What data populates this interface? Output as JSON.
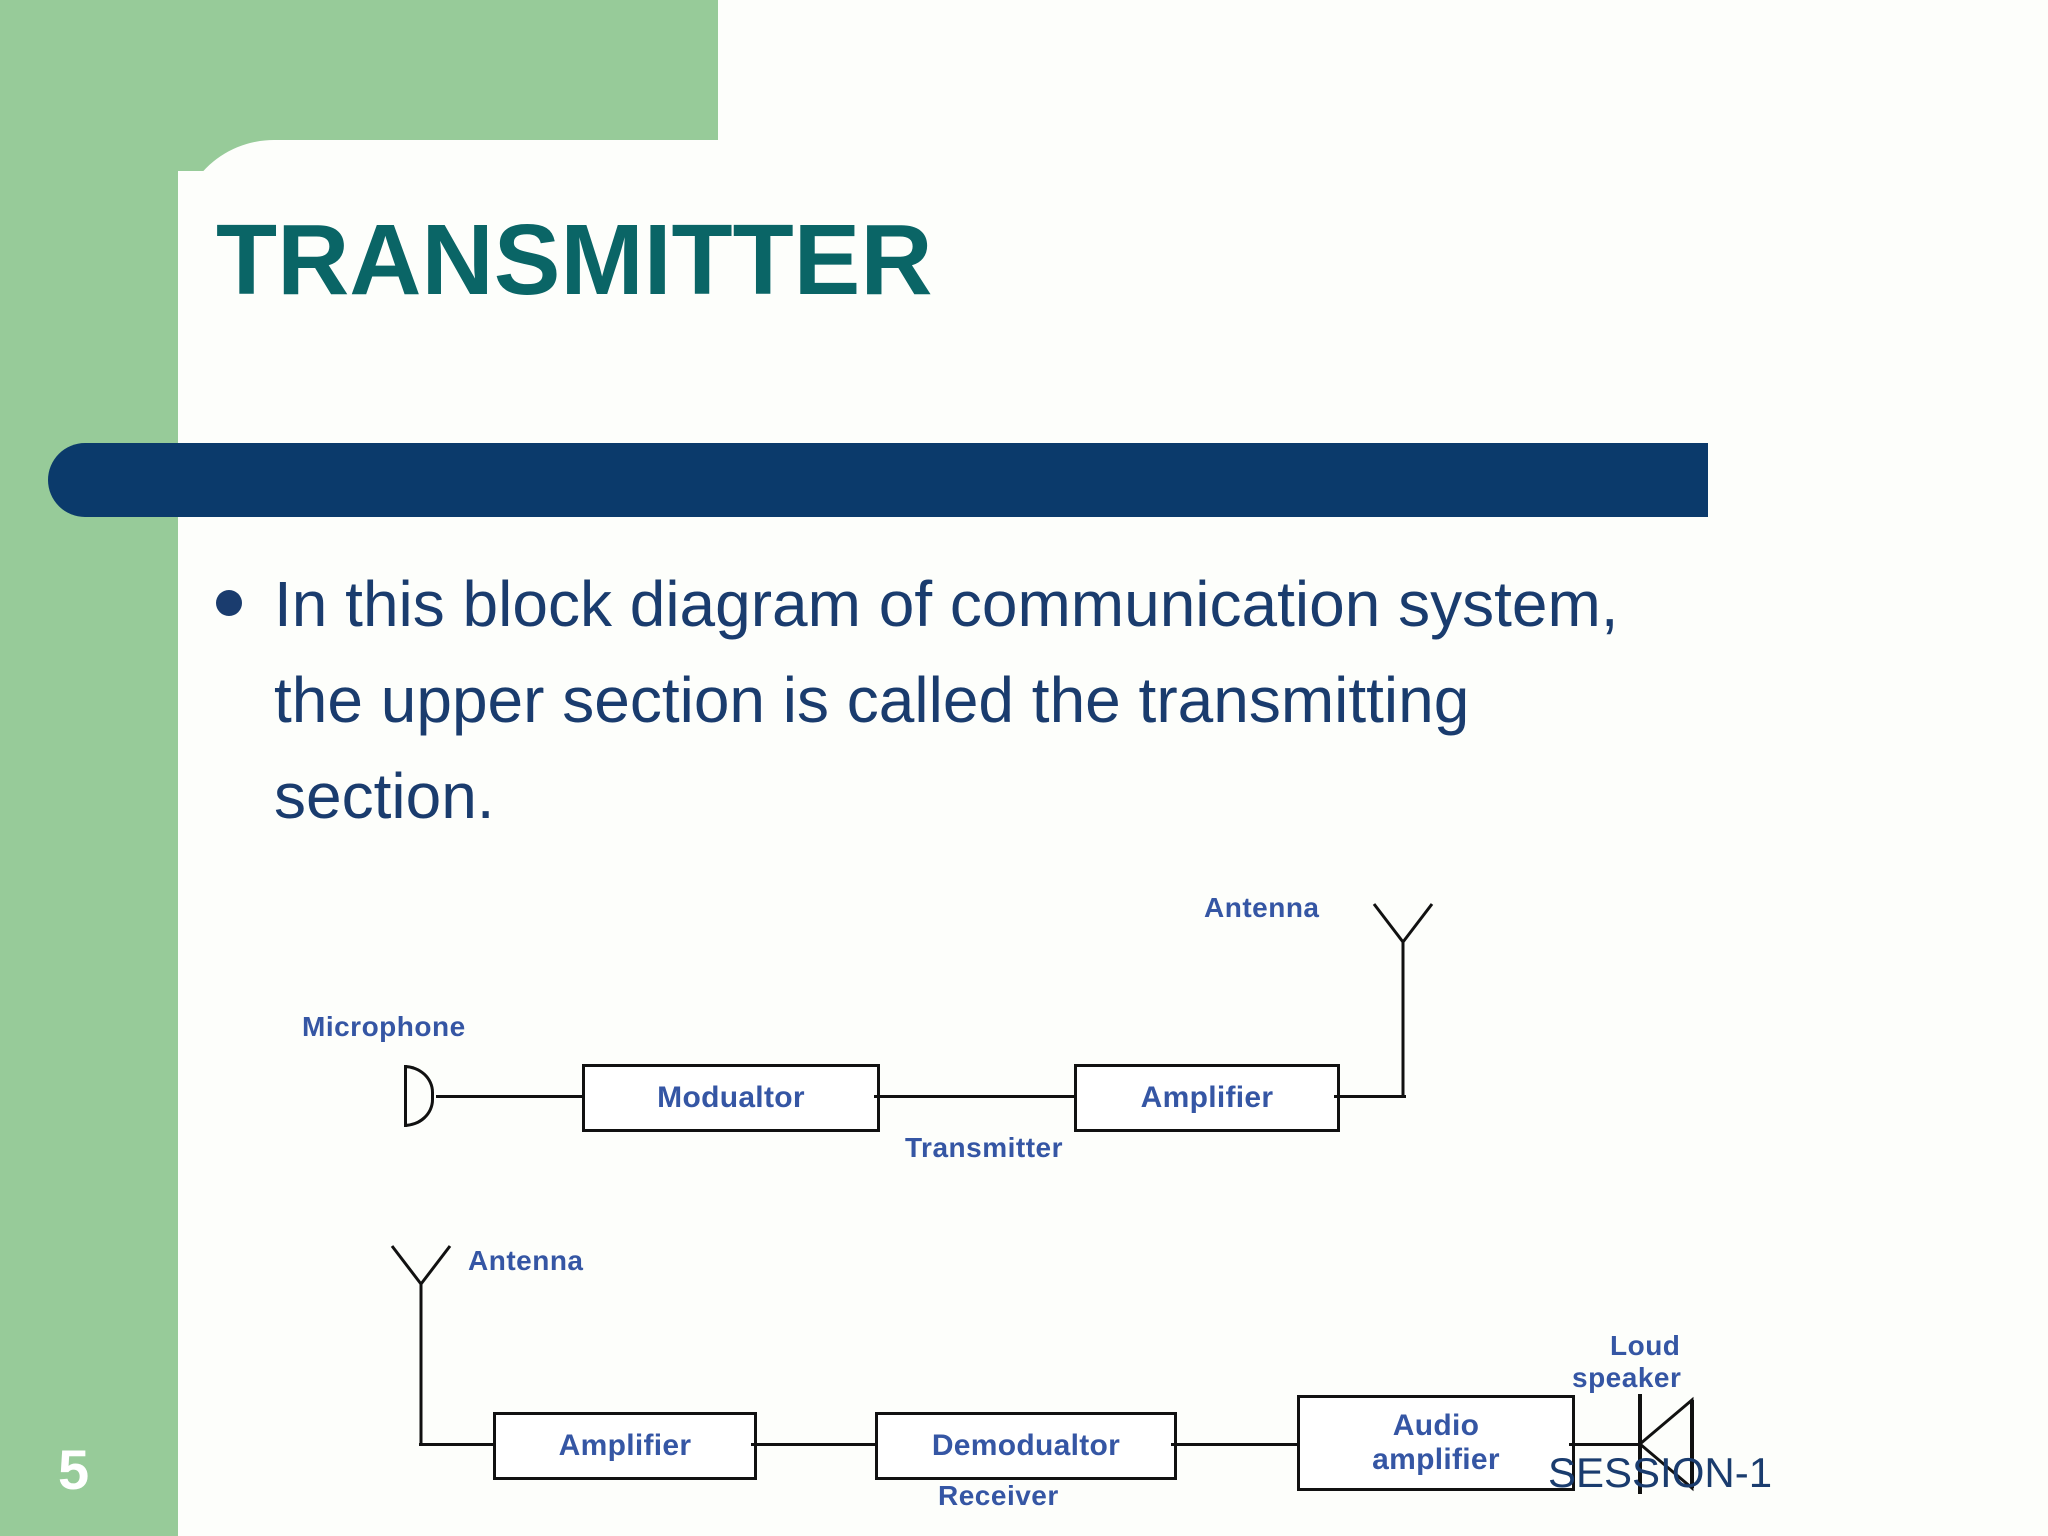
{
  "slide": {
    "title": "TRANSMITTER",
    "slide_number": "5",
    "session_tag": "SESSION-1",
    "colors": {
      "green_panel": "#97CB99",
      "title_teal": "#0A6566",
      "navy_bar": "#0B3A6B",
      "body_navy": "#1A3C6E",
      "diagram_label_blue": "#3556A4",
      "diagram_line": "#111111",
      "page_background": "#FDFEFB"
    }
  },
  "body": {
    "bullets": [
      "In this block diagram of communication system, the upper section is called the transmitting section."
    ]
  },
  "diagrams": {
    "transmitter": {
      "section_label": "Transmitter",
      "source_label": "Microphone",
      "antenna_label": "Antenna",
      "blocks": [
        {
          "label": "Modualtor"
        },
        {
          "label": "Amplifier"
        }
      ]
    },
    "receiver": {
      "section_label": "Receiver",
      "antenna_label": "Antenna",
      "output_label": "Loud\nspeaker",
      "output_label_line1": "Loud",
      "output_label_line2": "speaker",
      "blocks": [
        {
          "label": "Amplifier"
        },
        {
          "label": "Demodualtor"
        },
        {
          "label_line1": "Audio",
          "label_line2": "amplifier"
        }
      ]
    }
  },
  "icons": {
    "microphone": "microphone-icon",
    "antenna": "antenna-icon",
    "loudspeaker": "loudspeaker-icon",
    "bullet": "bullet-dot-icon"
  }
}
